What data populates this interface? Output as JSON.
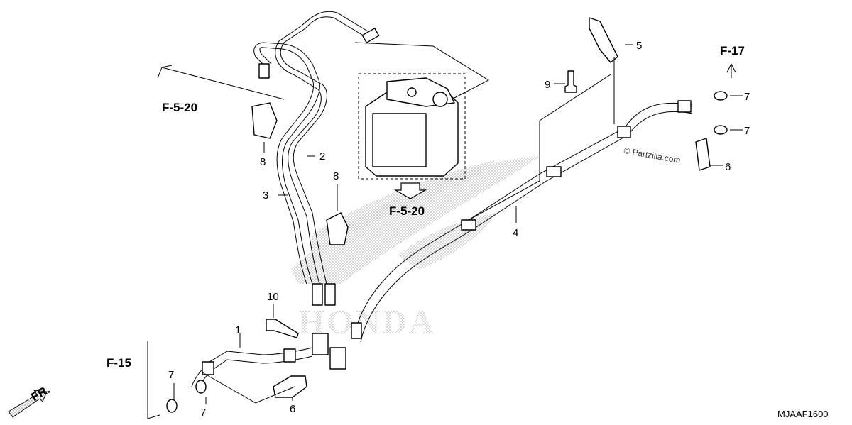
{
  "callouts": {
    "c1": "1",
    "c2": "2",
    "c3": "3",
    "c4": "4",
    "c5": "5",
    "c6a": "6",
    "c6b": "6",
    "c7a": "7",
    "c7b": "7",
    "c7c": "7",
    "c7d": "7",
    "c8a": "8",
    "c8b": "8",
    "c9": "9",
    "c10": "10"
  },
  "refs": {
    "f520_left": "F-5-20",
    "f520_center": "F-5-20",
    "f17": "F-17",
    "f15": "F-15",
    "fr": "FR."
  },
  "watermark": "© Partzilla.com",
  "drawing_code": "MJAAF1600",
  "background_logo": "HONDA"
}
